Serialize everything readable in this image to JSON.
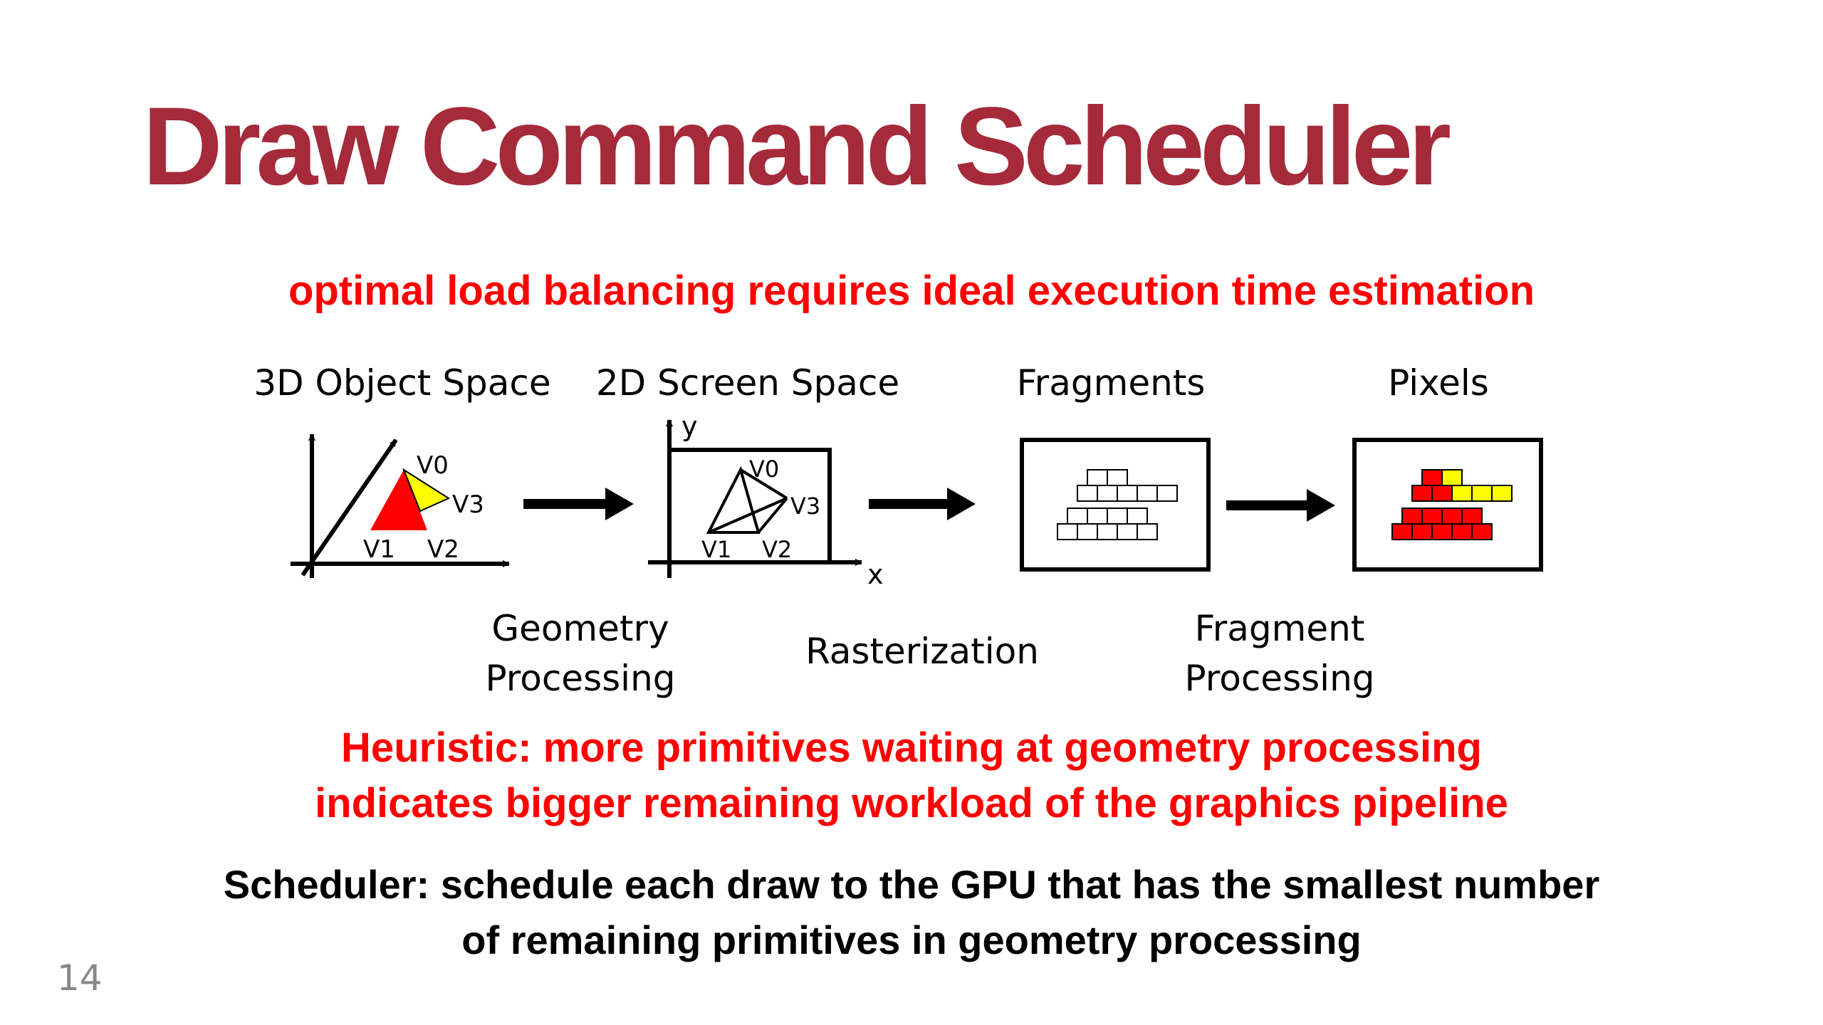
{
  "slide": {
    "title": "Draw Command Scheduler",
    "subtitle": "optimal load balancing requires ideal execution time estimation",
    "heuristic_line1": "Heuristic: more primitives waiting at geometry processing",
    "heuristic_line2": "indicates bigger remaining workload of the graphics pipeline",
    "scheduler_line1": "Scheduler: schedule each draw to the GPU that has the smallest number",
    "scheduler_line2": "of remaining primitives in geometry processing",
    "slide_number": "14"
  },
  "diagram": {
    "stages": {
      "object_space": "3D Object Space",
      "screen_space": "2D Screen Space",
      "fragments": "Fragments",
      "pixels": "Pixels"
    },
    "processes": {
      "geometry_1": "Geometry",
      "geometry_2": "Processing",
      "rasterization": "Rasterization",
      "fragment_1": "Fragment",
      "fragment_2": "Processing"
    },
    "axes": {
      "y": "y",
      "x": "x"
    },
    "vertices": {
      "v0": "V0",
      "v1": "V1",
      "v2": "V2",
      "v3": "V3"
    }
  },
  "colors": {
    "title": "#a52a3a",
    "emphasis": "#ff0000",
    "triangle_red": "#ff0000",
    "triangle_yellow": "#ffff00",
    "text": "#000000"
  }
}
